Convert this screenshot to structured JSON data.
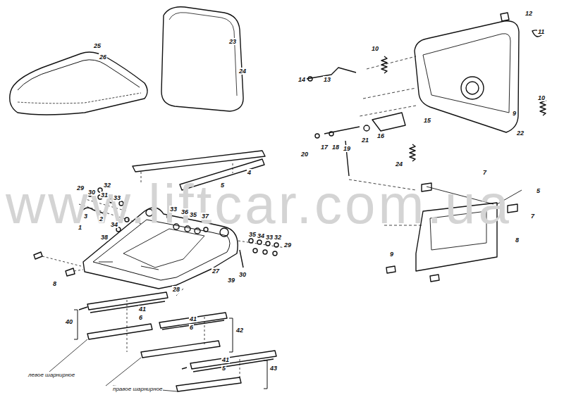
{
  "diagram": {
    "labels": [
      "www.liftcar.com.ua",
      "25",
      "26",
      "23",
      "24",
      "4",
      "5",
      "29",
      "30",
      "31",
      "32",
      "33",
      "34",
      "3",
      "2",
      "1",
      "38",
      "33",
      "36",
      "35",
      "37",
      "35",
      "34",
      "33",
      "32",
      "29",
      "30",
      "39",
      "27",
      "28",
      "8",
      "40",
      "41",
      "6",
      "42",
      "41",
      "6",
      "43",
      "41",
      "5",
      "левое шарнирное",
      "правое шарнирное",
      "12",
      "11",
      "10",
      "10",
      "13",
      "14",
      "15",
      "16",
      "17",
      "18",
      "19",
      "20",
      "21",
      "24",
      "22",
      "9",
      "7",
      "7",
      "5",
      "8",
      "9"
    ]
  }
}
